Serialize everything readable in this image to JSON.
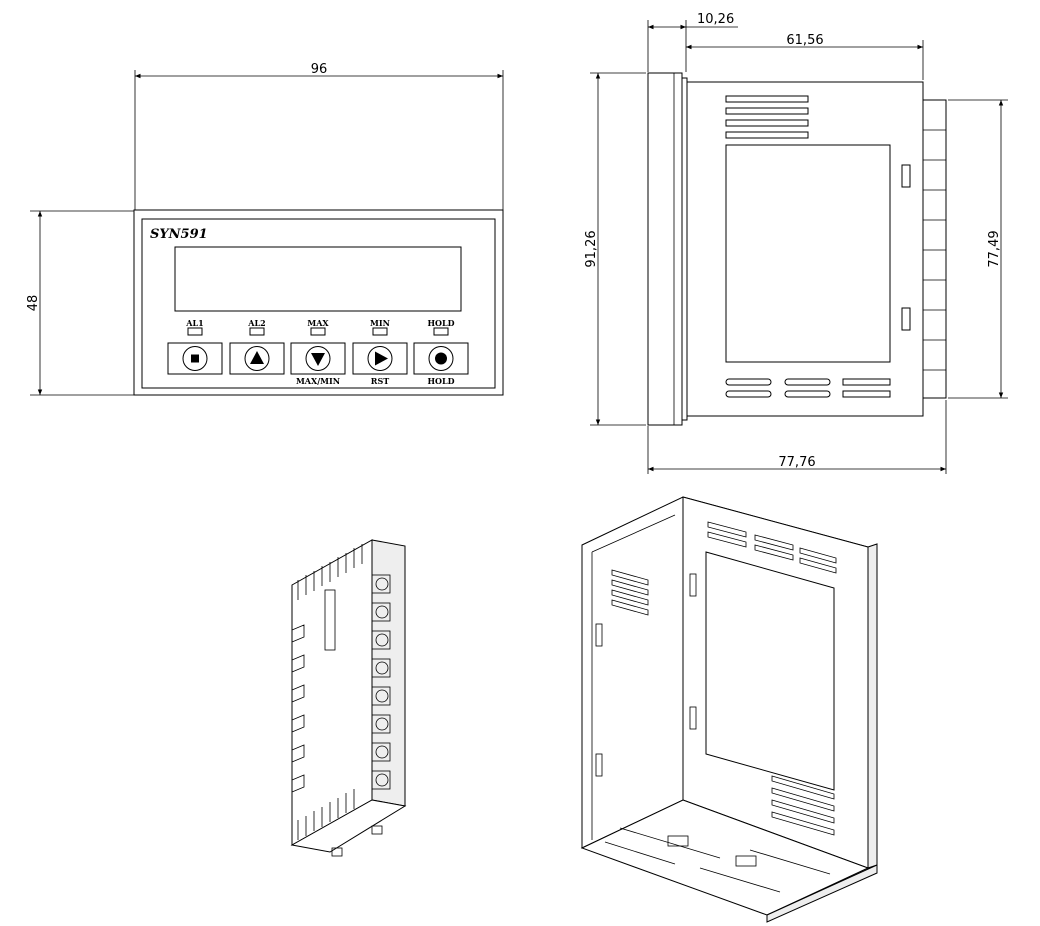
{
  "front_view": {
    "width_dim": "96",
    "height_dim": "48",
    "brand": "SYN591",
    "indicators": [
      "AL1",
      "AL2",
      "MAX",
      "MIN",
      "HOLD"
    ],
    "button_labels": [
      "",
      "",
      "MAX/MIN",
      "RST",
      "HOLD"
    ],
    "button_icons": [
      "stop-icon",
      "up-triangle-icon",
      "down-triangle-icon",
      "play-icon",
      "record-icon"
    ]
  },
  "side_view": {
    "bezel_depth_dim": "10,26",
    "body_depth_dim": "61,56",
    "total_depth_dim": "77,76",
    "bezel_height_dim": "91,26",
    "body_height_dim": "77,49"
  }
}
